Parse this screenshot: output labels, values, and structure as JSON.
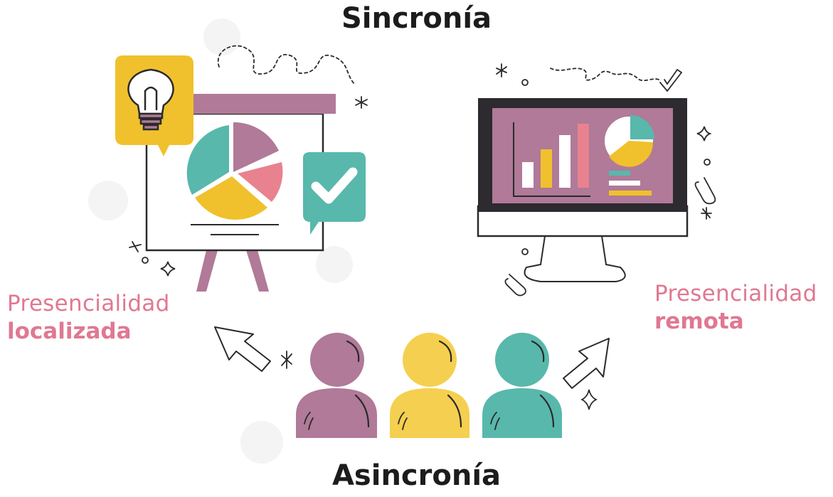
{
  "top_heading": "Sincronía",
  "bottom_heading": "Asincronía",
  "left_label": {
    "line1": "Presencialidad",
    "line2": "localizada"
  },
  "right_label": {
    "line1": "Presencialidad",
    "line2": "remota"
  },
  "colors": {
    "purple": "#b07a98",
    "teal": "#58b8ac",
    "yellow": "#f0c12c",
    "pink": "#e8828f",
    "label": "#e07892",
    "outline": "#2a2a2a"
  },
  "icons": [
    "lightbulb-icon",
    "checkmark-icon",
    "pie-chart-icon",
    "bar-chart-icon",
    "arrow-icon",
    "sparkle-icon",
    "paperclip-icon",
    "person-icon"
  ]
}
